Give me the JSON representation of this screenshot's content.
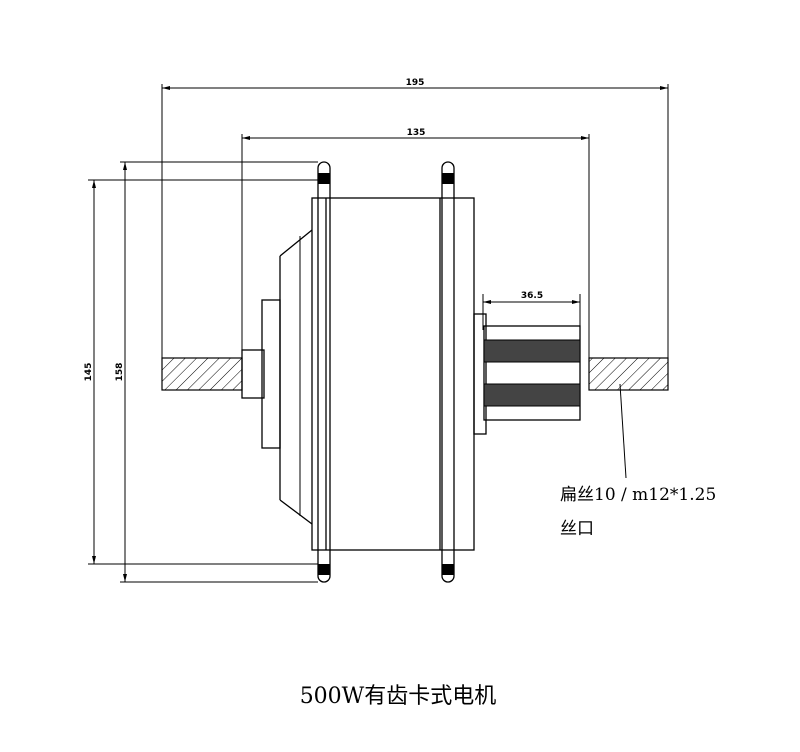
{
  "dimensions": {
    "overall_width": "195",
    "housing_width": "135",
    "freewheel_width": "36.5",
    "inner_height": "145",
    "outer_height": "158"
  },
  "thread_note": {
    "line1": "扁丝10 / m12*1.25",
    "line2": "丝口"
  },
  "caption": "500W有齿卡式电机"
}
